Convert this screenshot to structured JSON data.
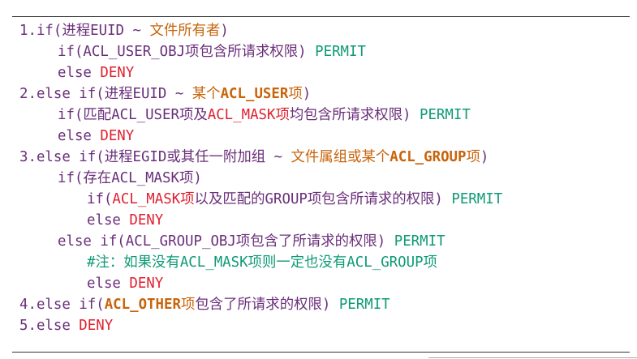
{
  "lines": [
    {
      "indent": 0,
      "segments": [
        {
          "text": "1.if(进程EUID ~ ",
          "style": "n"
        },
        {
          "text": "文件所有者",
          "style": "o"
        },
        {
          "text": ")",
          "style": "n"
        }
      ]
    },
    {
      "indent": 1,
      "segments": [
        {
          "text": "if(ACL_USER_OBJ项包含所请求权限) ",
          "style": "n"
        },
        {
          "text": "PERMIT",
          "style": "g"
        }
      ]
    },
    {
      "indent": 1,
      "segments": [
        {
          "text": "else ",
          "style": "n"
        },
        {
          "text": "DENY",
          "style": "r"
        }
      ]
    },
    {
      "indent": 0,
      "segments": [
        {
          "text": "2.else if(进程EUID ~ ",
          "style": "n"
        },
        {
          "text": "某个",
          "style": "o"
        },
        {
          "text": "ACL_USER",
          "style": "ob"
        },
        {
          "text": "项",
          "style": "o"
        },
        {
          "text": ")",
          "style": "n"
        }
      ]
    },
    {
      "indent": 1,
      "segments": [
        {
          "text": "if(匹配ACL_USER项及",
          "style": "n"
        },
        {
          "text": "ACL_MASK项",
          "style": "r"
        },
        {
          "text": "均包含所请求权限) ",
          "style": "n"
        },
        {
          "text": "PERMIT",
          "style": "g"
        }
      ]
    },
    {
      "indent": 1,
      "segments": [
        {
          "text": "else ",
          "style": "n"
        },
        {
          "text": "DENY",
          "style": "r"
        }
      ]
    },
    {
      "indent": 0,
      "segments": [
        {
          "text": "3.else if(进程EGID或其任一附加组 ~ ",
          "style": "n"
        },
        {
          "text": "文件属组或某个",
          "style": "o"
        },
        {
          "text": "ACL_GROUP",
          "style": "ob"
        },
        {
          "text": "项",
          "style": "o"
        },
        {
          "text": ")",
          "style": "n"
        }
      ]
    },
    {
      "indent": 1,
      "segments": [
        {
          "text": "if(存在ACL_MASK项)",
          "style": "n"
        }
      ]
    },
    {
      "indent": 2,
      "segments": [
        {
          "text": "if(",
          "style": "n"
        },
        {
          "text": "ACL_MASK项",
          "style": "r"
        },
        {
          "text": "以及匹配的GROUP项包含所请求的权限) ",
          "style": "n"
        },
        {
          "text": "PERMIT",
          "style": "g"
        }
      ]
    },
    {
      "indent": 2,
      "segments": [
        {
          "text": "else ",
          "style": "n"
        },
        {
          "text": "DENY",
          "style": "r"
        }
      ]
    },
    {
      "indent": 1,
      "segments": [
        {
          "text": "else if(ACL_GROUP_OBJ项包含了所请求的权限) ",
          "style": "n"
        },
        {
          "text": "PERMIT",
          "style": "g"
        }
      ]
    },
    {
      "indent": 2,
      "segments": [
        {
          "text": "#注：如果没有ACL_MASK项则一定也没有ACL_GROUP项",
          "style": "g"
        }
      ]
    },
    {
      "indent": 2,
      "segments": [
        {
          "text": "else ",
          "style": "n"
        },
        {
          "text": "DENY",
          "style": "r"
        }
      ]
    },
    {
      "indent": 0,
      "segments": [
        {
          "text": "4.else if(",
          "style": "n"
        },
        {
          "text": "ACL_OTHER",
          "style": "ob"
        },
        {
          "text": "项",
          "style": "o"
        },
        {
          "text": "包含了所请求的权限) ",
          "style": "n"
        },
        {
          "text": "PERMIT",
          "style": "g"
        }
      ]
    },
    {
      "indent": 0,
      "segments": [
        {
          "text": "5.else ",
          "style": "n"
        },
        {
          "text": "DENY",
          "style": "r"
        }
      ]
    }
  ],
  "colors": {
    "normal": "#6a2f7a",
    "orange": "#c8640a",
    "red": "#e0202f",
    "green": "#0e9a76",
    "rule": "#333333"
  }
}
